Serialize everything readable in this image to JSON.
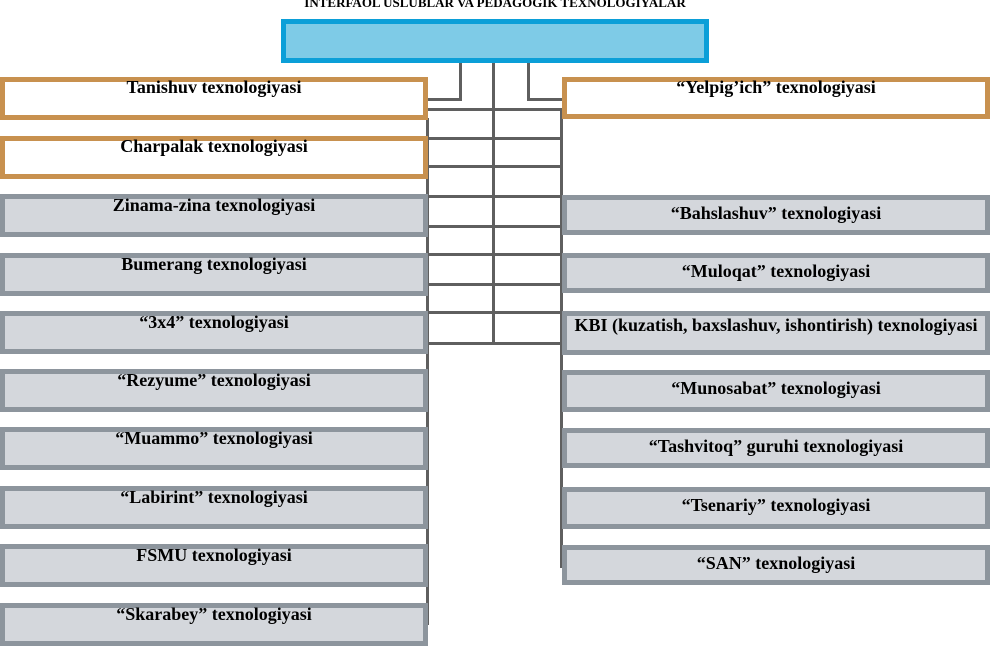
{
  "header": {
    "title": "INTERFAOL USLUBLAR VA PEDAGOGIK TEXNOLOGIYALAR"
  },
  "left": [
    {
      "label": "Tanishuv texnologiyasi",
      "style": "orange"
    },
    {
      "label": "Charpalak texnologiyasi",
      "style": "orange"
    },
    {
      "label": "Zinama-zina texnologiyasi",
      "style": "grey"
    },
    {
      "label": "Bumerang texnologiyasi",
      "style": "grey"
    },
    {
      "label": "“3x4” texnologiyasi",
      "style": "grey"
    },
    {
      "label": "“Rezyume” texnologiyasi",
      "style": "grey"
    },
    {
      "label": "“Muammo” texnologiyasi",
      "style": "grey"
    },
    {
      "label": "“Labirint” texnologiyasi",
      "style": "grey"
    },
    {
      "label": "FSMU texnologiyasi",
      "style": "grey"
    },
    {
      "label": "“Skarabey” texnologiyasi",
      "style": "grey"
    }
  ],
  "right": [
    {
      "label": "“Yelpig’ich” texnologiyasi",
      "style": "orange"
    },
    {
      "label": "“Bahslashuv” texnologiyasi",
      "style": "grey"
    },
    {
      "label": "“Muloqat” texnologiyasi",
      "style": "grey"
    },
    {
      "label": "KBI (kuzatish, baxslashuv, ishontirish) texnologiyasi",
      "style": "grey"
    },
    {
      "label": "“Munosabat” texnologiyasi",
      "style": "grey"
    },
    {
      "label": "“Tashvitoq” guruhi texnologiyasi",
      "style": "grey"
    },
    {
      "label": "“Tsenariy” texnologiyasi",
      "style": "grey"
    },
    {
      "label": "“SAN” texnologiyasi",
      "style": "grey"
    }
  ],
  "colors": {
    "top_fill": "#7ecbe7",
    "top_border": "#0b9fd8",
    "orange_border": "#c8914f",
    "grey_border": "#8d959d",
    "grey_fill": "#d4d7dc",
    "connector": "#5f5f5f"
  }
}
